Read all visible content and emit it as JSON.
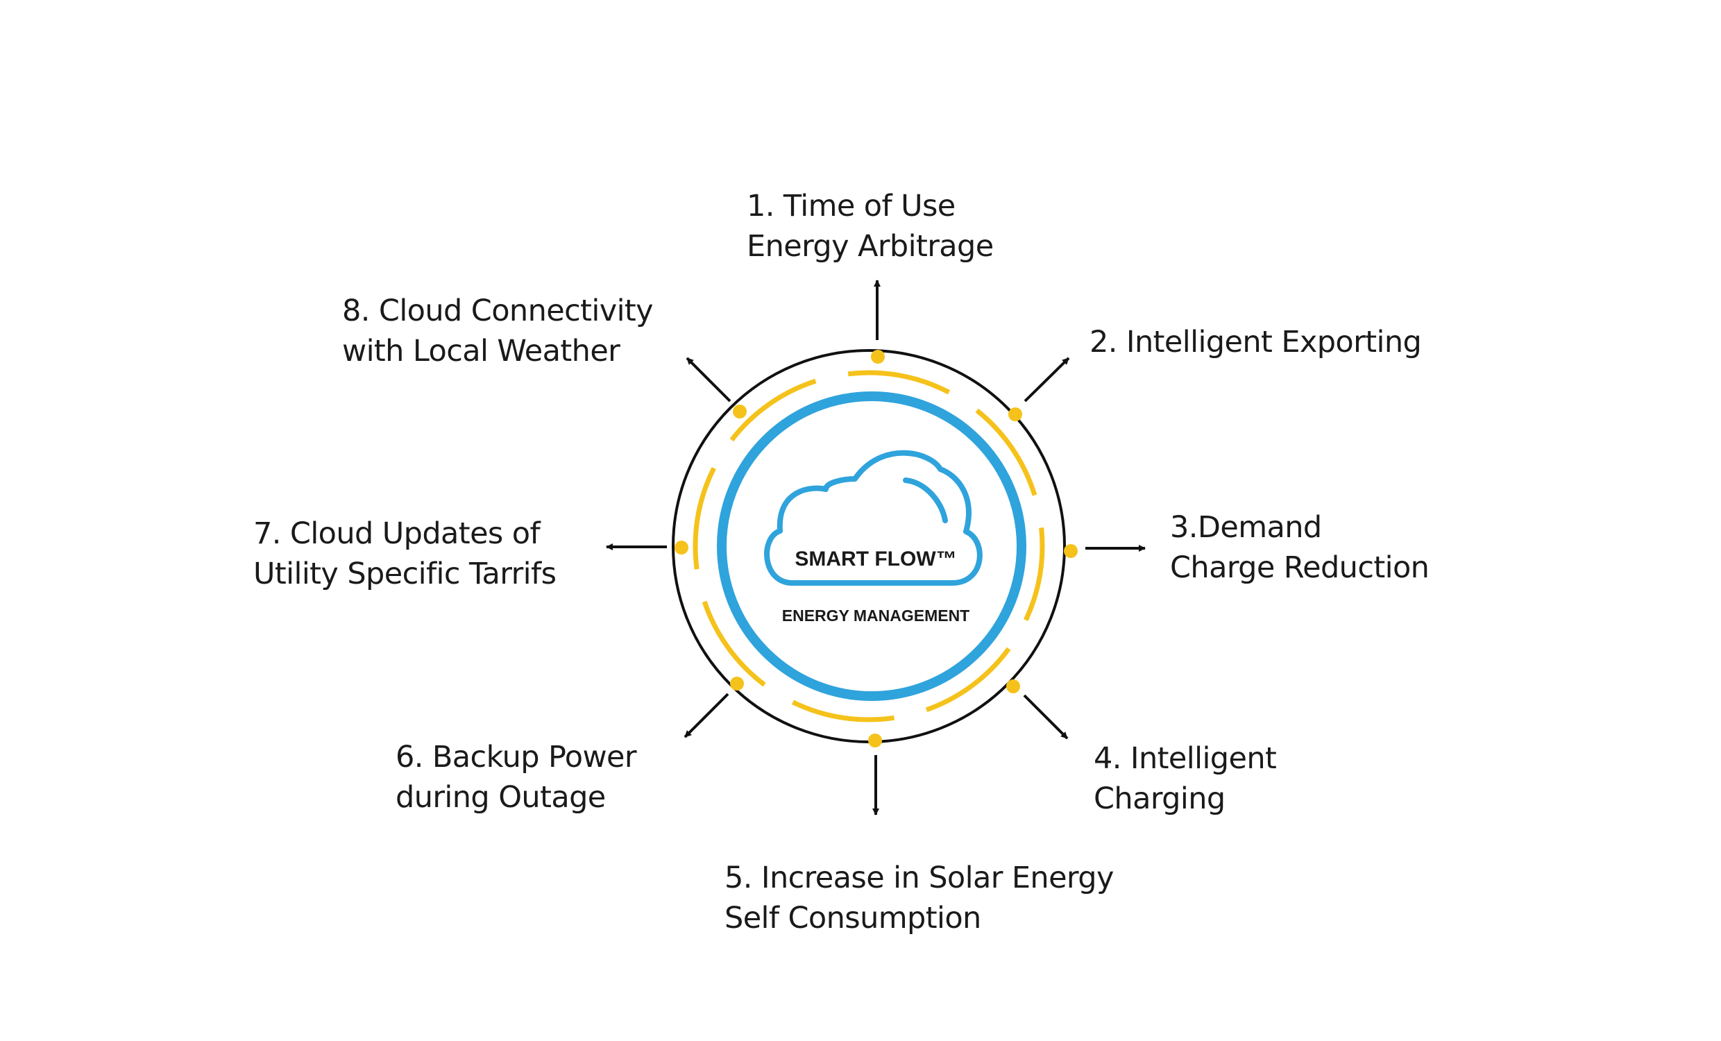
{
  "center": {
    "title": "SMART FLOW™",
    "subtitle": "ENERGY MANAGEMENT",
    "icon": "cloud-icon"
  },
  "colors": {
    "accent_blue": "#2fa3dc",
    "accent_yellow": "#f5c21b",
    "line_black": "#111111",
    "text": "#1a1a1a"
  },
  "features": [
    {
      "id": "time-of-use",
      "lines": [
        "1. Time of Use",
        "Energy Arbitrage"
      ]
    },
    {
      "id": "intelligent-exporting",
      "lines": [
        "2. Intelligent Exporting"
      ]
    },
    {
      "id": "demand-charge",
      "lines": [
        "3.Demand",
        "Charge Reduction"
      ]
    },
    {
      "id": "intelligent-charging",
      "lines": [
        "4. Intelligent",
        "Charging"
      ]
    },
    {
      "id": "solar-self-consumption",
      "lines": [
        "5. Increase in Solar Energy",
        "Self Consumption"
      ]
    },
    {
      "id": "backup-power",
      "lines": [
        "6. Backup  Power",
        "during Outage"
      ]
    },
    {
      "id": "cloud-updates",
      "lines": [
        "7. Cloud Updates of",
        "Utility Specific Tarrifs"
      ]
    },
    {
      "id": "cloud-connectivity",
      "lines": [
        "8. Cloud Connectivity",
        "with Local Weather"
      ]
    }
  ]
}
